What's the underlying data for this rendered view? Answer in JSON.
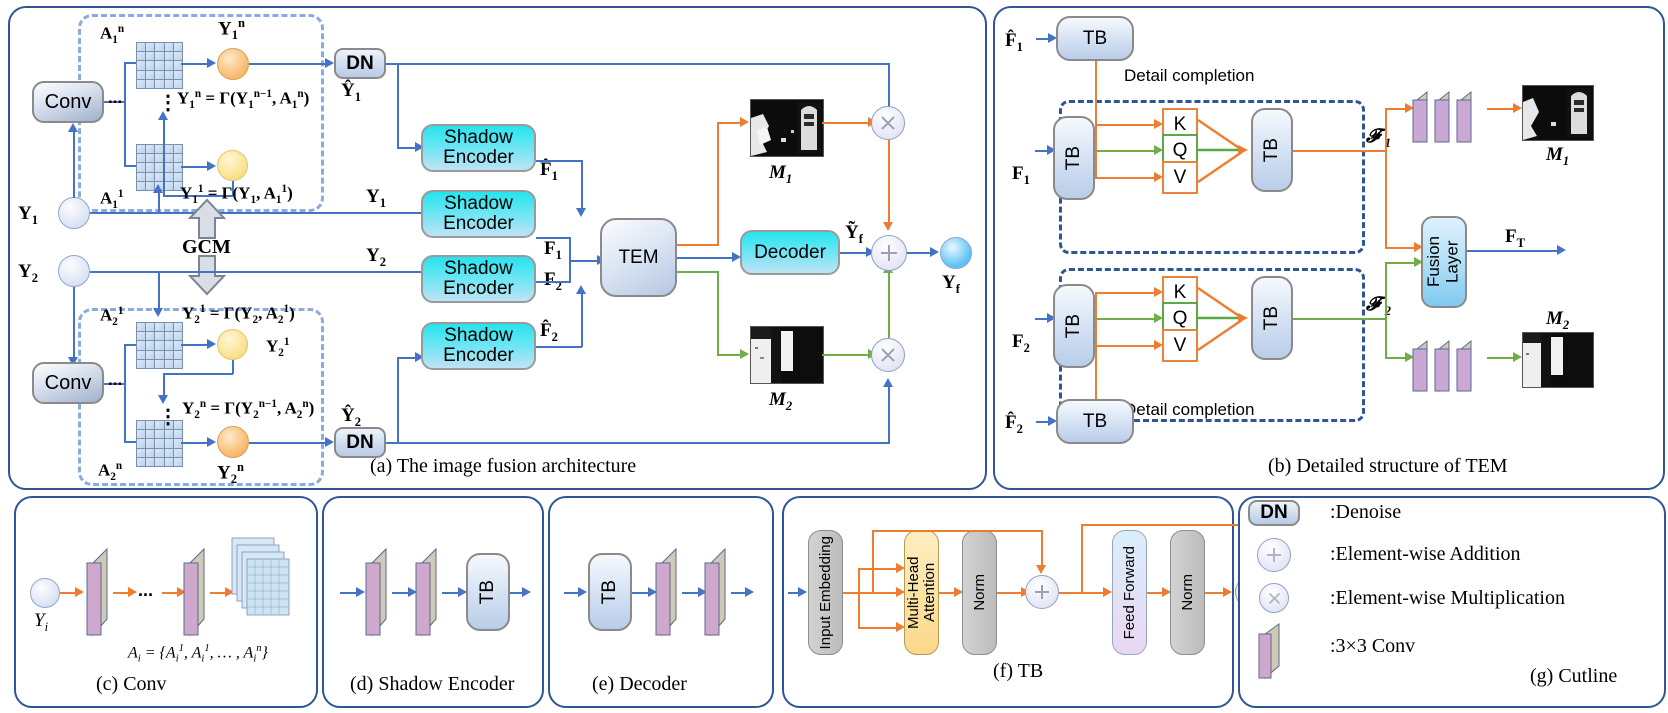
{
  "figure": {
    "panel_a_caption": "(a) The image fusion architecture",
    "panel_b_caption": "(b) Detailed structure of TEM",
    "panel_c_caption": "(c) Conv",
    "panel_d_caption": "(d) Shadow Encoder",
    "panel_e_caption": "(e) Decoder",
    "panel_f_caption": "(f) TB",
    "panel_g_caption": "(g) Cutline"
  },
  "panel_a": {
    "conv_label": "Conv",
    "dn_label": "DN",
    "gcm_label": "GCM",
    "tem_label": "TEM",
    "decoder_label": "Decoder",
    "shadow_encoder_label_line1": "Shadow",
    "shadow_encoder_label_line2": "Encoder",
    "ellipsis": "...",
    "vdots": "⋮",
    "inputs": {
      "y1": "Y<sub>1</sub>",
      "y2": "Y<sub>2</sub>"
    },
    "branch1": {
      "a_top": "A<sub>1</sub><sup>n</sup>",
      "a_bottom": "A<sub>1</sub><sup>1</sup>",
      "y_top": "Y<sub>1</sub><sup>n</sup>",
      "eq_top": "Y<sub>1</sub><sup>n</sup> = Γ(Y<sub>1</sub><sup>n−1</sup>, A<sub>1</sub><sup>n</sup>)",
      "eq_bottom": "Y<sub>1</sub><sup>1</sup> = Γ(Y<sub>1</sub>, A<sub>1</sub><sup>1</sup>)",
      "y_hat": "Ŷ<sub>1</sub>"
    },
    "branch2": {
      "a_top": "A<sub>2</sub><sup>1</sup>",
      "a_bottom": "A<sub>2</sub><sup>n</sup>",
      "y_top": "Y<sub>2</sub><sup>1</sup>",
      "y_bottom": "Y<sub>2</sub><sup>n</sup>",
      "eq_top": "Y<sub>2</sub><sup>1</sup> = Γ(Y<sub>2</sub>, A<sub>2</sub><sup>1</sup>)",
      "eq_bottom": "Y<sub>2</sub><sup>n</sup> = Γ(Y<sub>2</sub><sup>n−1</sup>, A<sub>2</sub><sup>n</sup>)",
      "y_hat": "Ŷ<sub>2</sub>"
    },
    "features": {
      "f1_hat": "F̂<sub>1</sub>",
      "f2_hat": "F̂<sub>2</sub>",
      "f1": "F<sub>1</sub>",
      "f2": "F<sub>2</sub>",
      "y1_mid": "Y<sub>1</sub>",
      "y2_mid": "Y<sub>2</sub>"
    },
    "masks": {
      "m1": "M<sub>1</sub>",
      "m2": "M<sub>2</sub>"
    },
    "outputs": {
      "yf_tilde": "Ỹ<sub>f</sub>",
      "yf": "Y<sub>f</sub>"
    }
  },
  "panel_b": {
    "tb_label": "TB",
    "k_label": "K",
    "q_label": "Q",
    "v_label": "V",
    "detail_completion": "Detail completion",
    "fusion_layer_line1": "Fusion",
    "fusion_layer_line2": "Layer",
    "inputs": {
      "f1_hat": "F̂<sub>1</sub>",
      "f2_hat": "F̂<sub>2</sub>",
      "f1": "F<sub>1</sub>",
      "f2": "F<sub>2</sub>"
    },
    "outputs": {
      "script_f1": "𝓕 <sub>1</sub>",
      "script_f2": "𝓕 <sub>2</sub>",
      "ft": "F<sub>T</sub>",
      "m1": "M<sub>1</sub>",
      "m2": "M<sub>2</sub>"
    }
  },
  "panel_c": {
    "yi": "Y<sub>i</sub>",
    "ellipsis": "...",
    "formula": "A<sub>i</sub> = {A<sub>i</sub><sup>1</sup>, A<sub>i</sub><sup>1</sup>, … , A<sub>i</sub><sup>n</sup>}"
  },
  "panel_d": {
    "tb_label": "TB"
  },
  "panel_e": {
    "tb_label": "TB"
  },
  "panel_f": {
    "input_embedding_line1": "Input",
    "input_embedding_line2": "Embedding",
    "mha_line1": "Multi-Head",
    "mha_line2": "Attention",
    "norm1": "Norm",
    "feed_forward_line1": "Feed",
    "feed_forward_line2": "Forward",
    "norm2": "Norm"
  },
  "panel_g": {
    "items": [
      {
        "icon": "dn-chip",
        "text": ":Denoise"
      },
      {
        "icon": "plus-circle",
        "text": ":Element-wise Addition"
      },
      {
        "icon": "times-circle",
        "text": ":Element-wise Multiplication"
      },
      {
        "icon": "conv-slab",
        "text": ":3×3 Conv"
      }
    ],
    "dn_label": "DN"
  },
  "colors": {
    "blue_arrow": "#4472c4",
    "orange_arrow": "#ed7d31",
    "green_arrow": "#70ad47",
    "panel_border": "#2f5597",
    "dash_light": "#8cabdd",
    "cyan_box": "#27e3ec"
  }
}
